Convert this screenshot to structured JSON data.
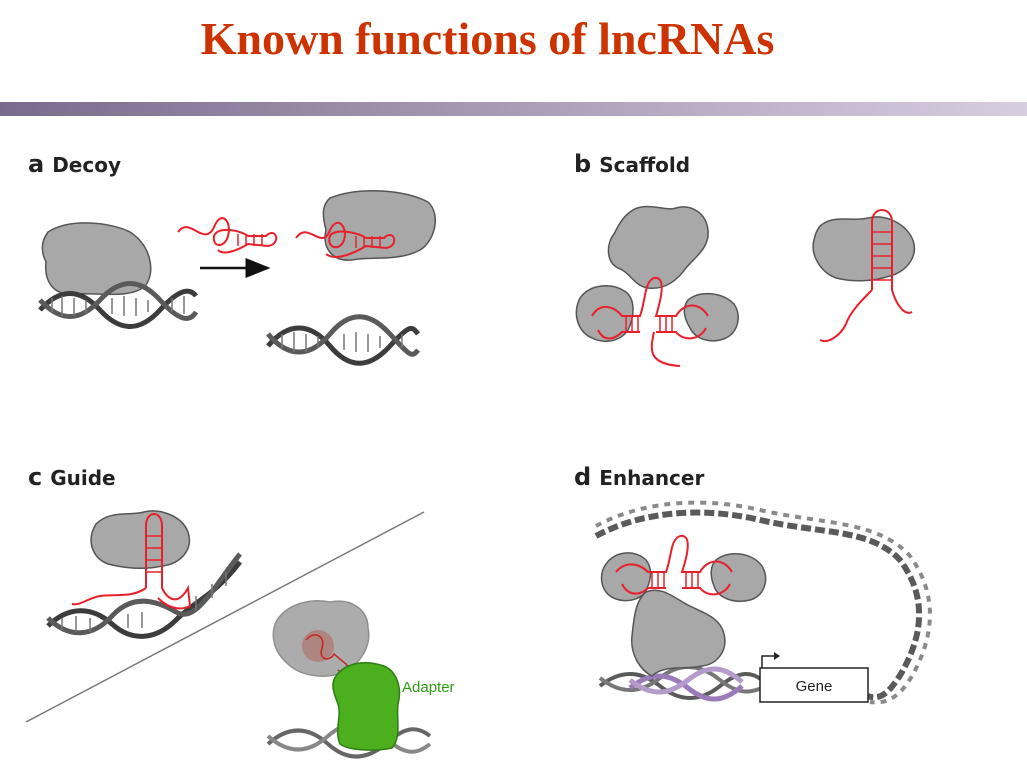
{
  "title": "Known functions of lncRNAs",
  "panels": {
    "a": {
      "letter": "a",
      "name": "Decoy"
    },
    "b": {
      "letter": "b",
      "name": "Scaffold"
    },
    "c": {
      "letter": "c",
      "name": "Guide",
      "adapter_label": "Adapter"
    },
    "d": {
      "letter": "d",
      "name": "Enhancer",
      "gene_label": "Gene"
    }
  },
  "colors": {
    "title": "#cc3300",
    "rna": "#e8202a",
    "protein": "#a8a8a8",
    "dna": "#3c3c3c",
    "adapter": "#4caf1e",
    "enhancer_dna": "#9a7ab8"
  }
}
